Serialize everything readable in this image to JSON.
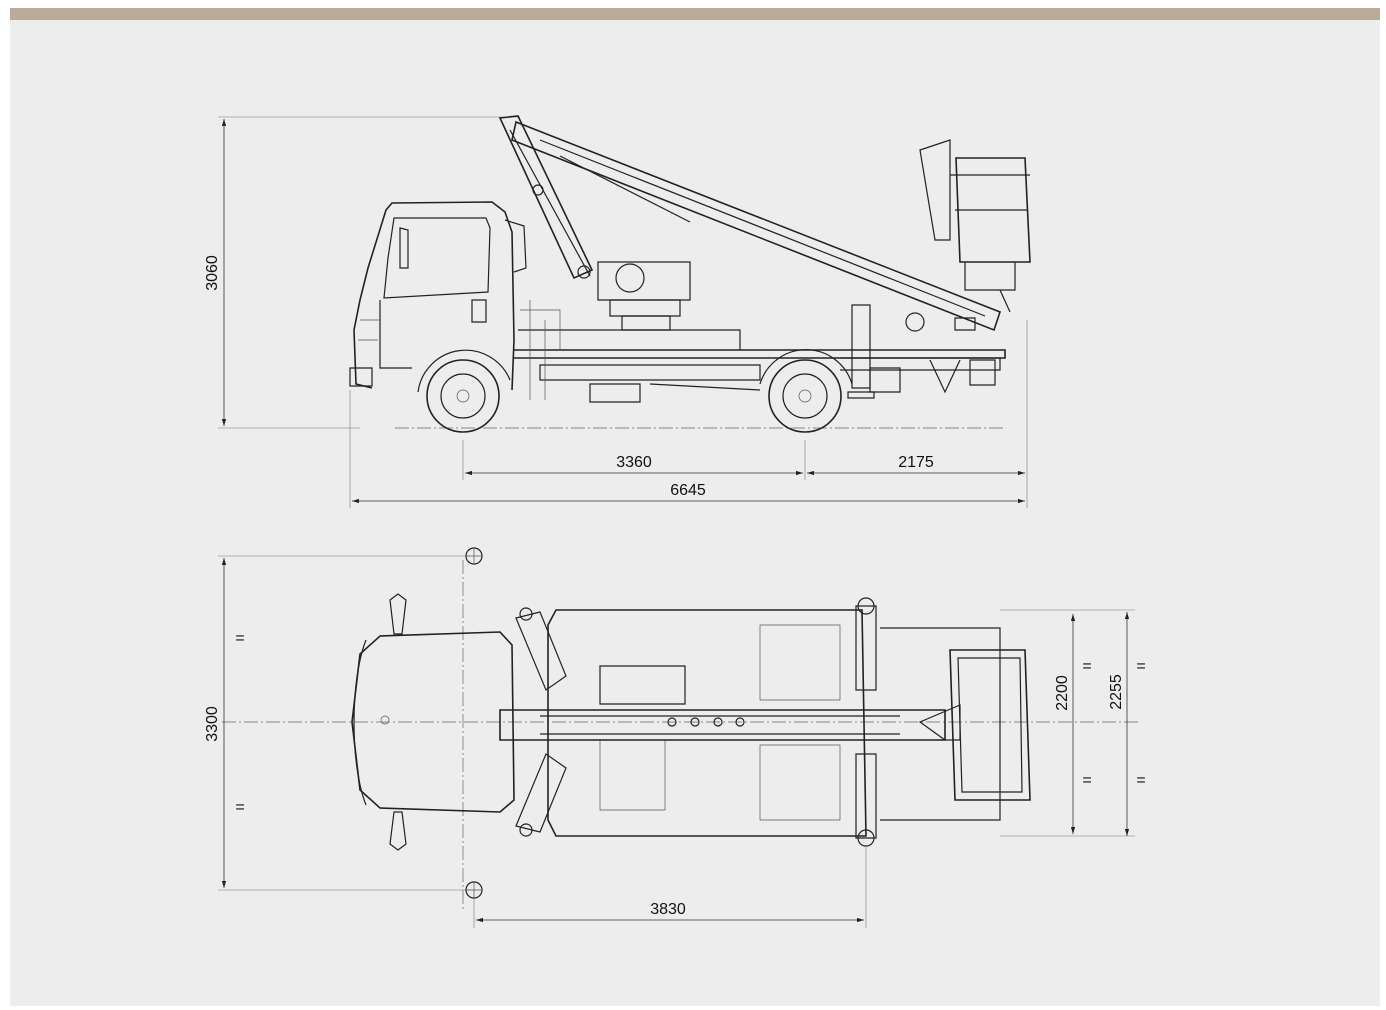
{
  "drawing": {
    "accent_color": "#b9ab98",
    "background_color": "#ededed",
    "side_view": {
      "dimensions": {
        "overall_height": "3060",
        "wheelbase": "3360",
        "rear_overhang": "2175",
        "overall_length": "6645"
      }
    },
    "top_view": {
      "dimensions": {
        "stabilizer_spread": "3300",
        "stabilizer_longitudinal": "3830",
        "width": "2200",
        "width_with_mirrors": "2255"
      },
      "equal_mark": "="
    }
  }
}
